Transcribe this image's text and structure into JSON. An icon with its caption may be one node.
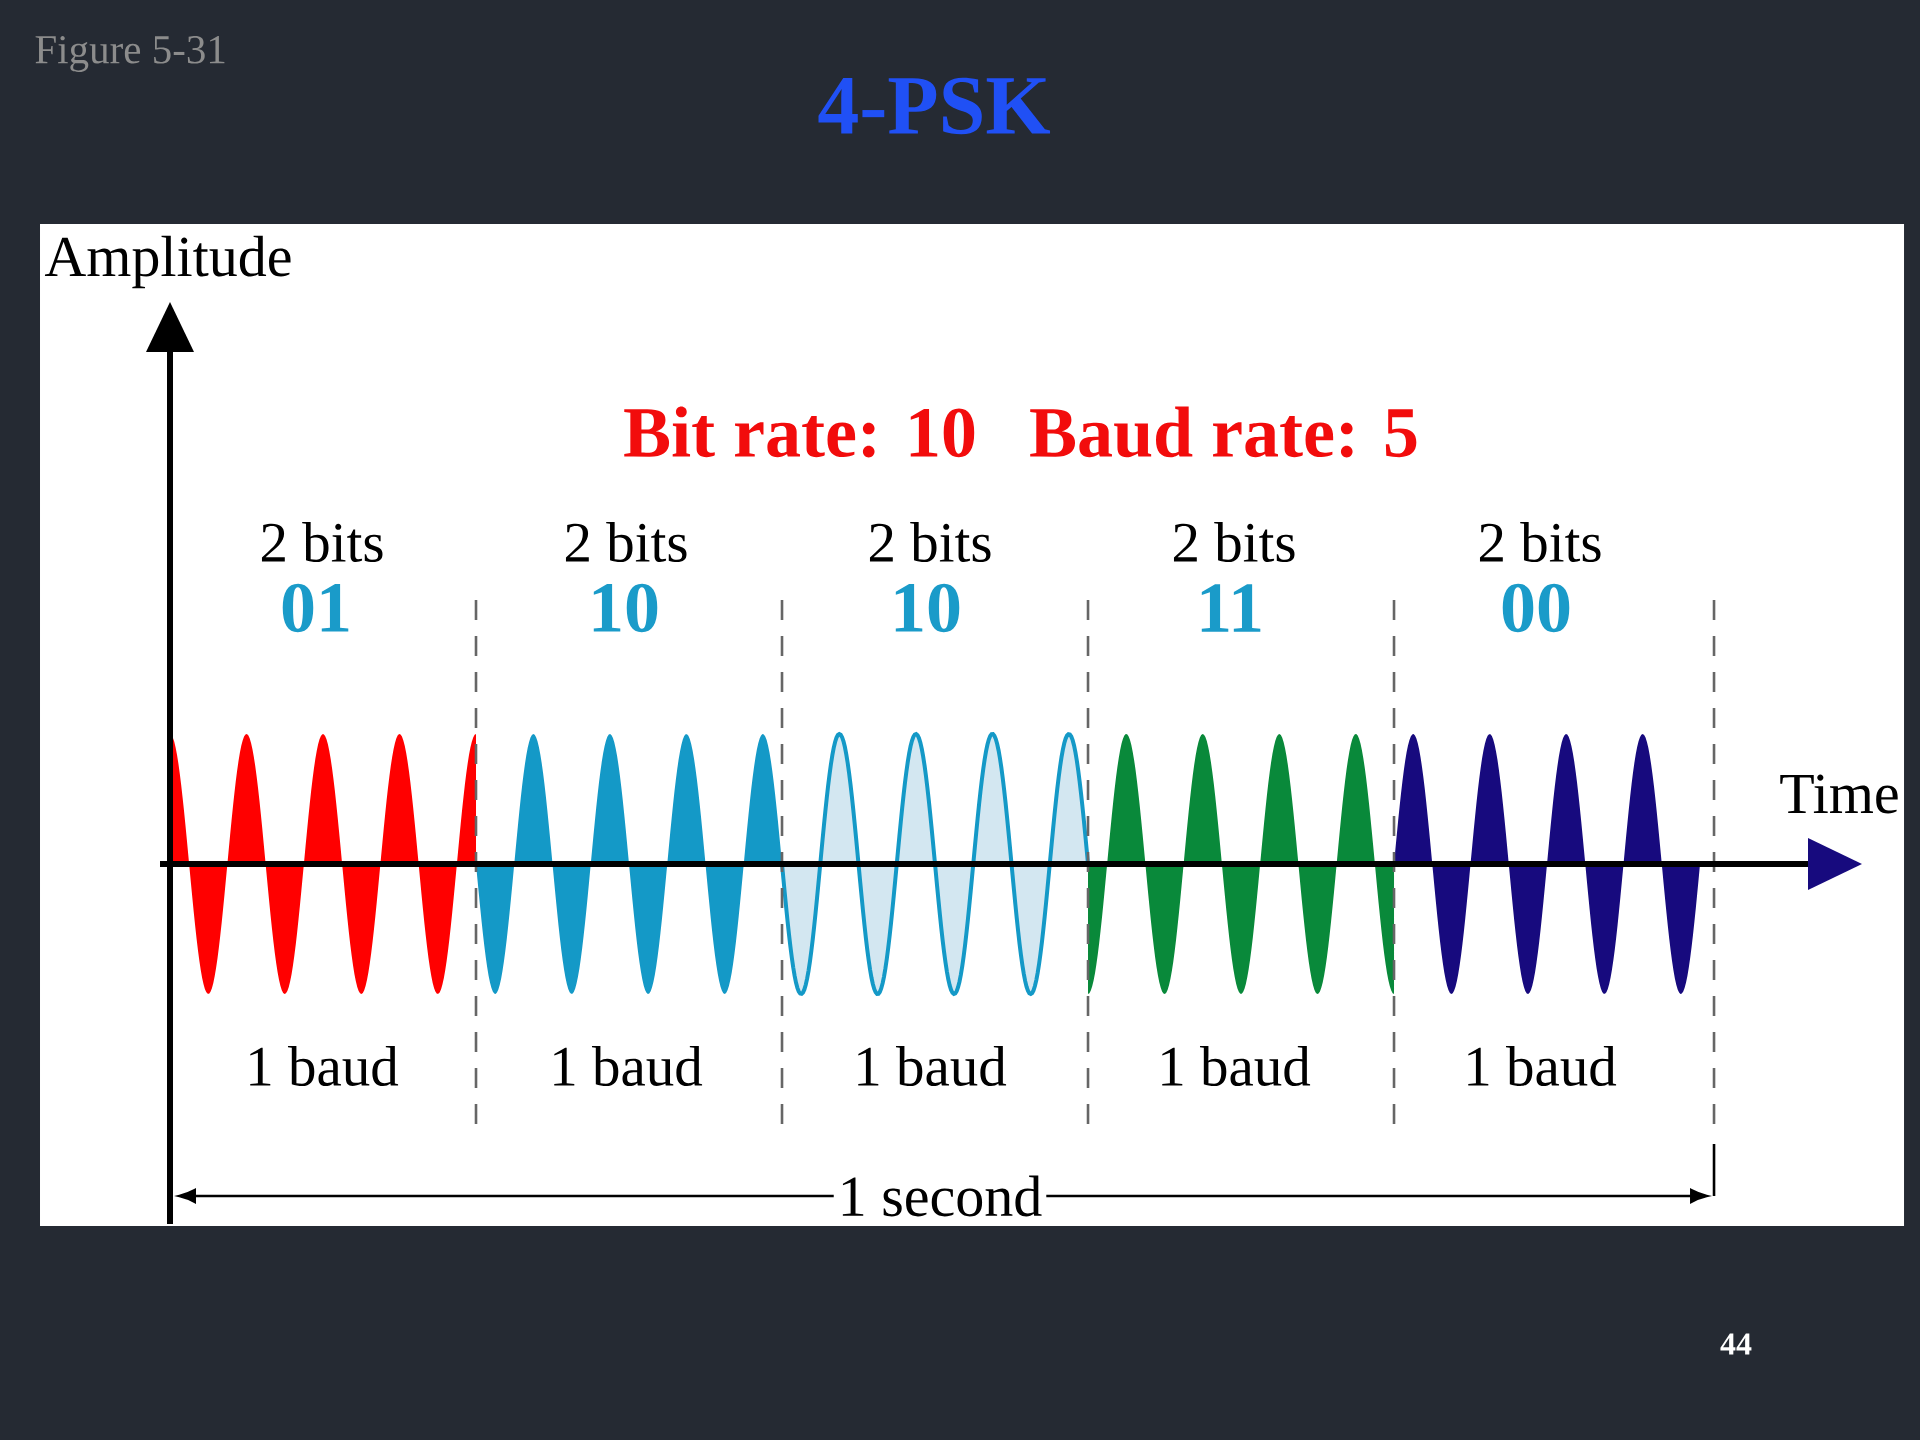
{
  "diagram": {
    "title": "4-PSK",
    "labels": [
      "Figure 5-31",
      "Amplitude",
      "Bit rate: 10",
      "Baud rate: 5",
      "2 bits",
      "2 bits",
      "2 bits",
      "2 bits",
      "2 bits",
      "01",
      "10",
      "10",
      "11",
      "00",
      "Time",
      "1 baud",
      "1 baud",
      "1 baud",
      "1 baud",
      "1 baud",
      "1 second",
      "44"
    ]
  }
}
